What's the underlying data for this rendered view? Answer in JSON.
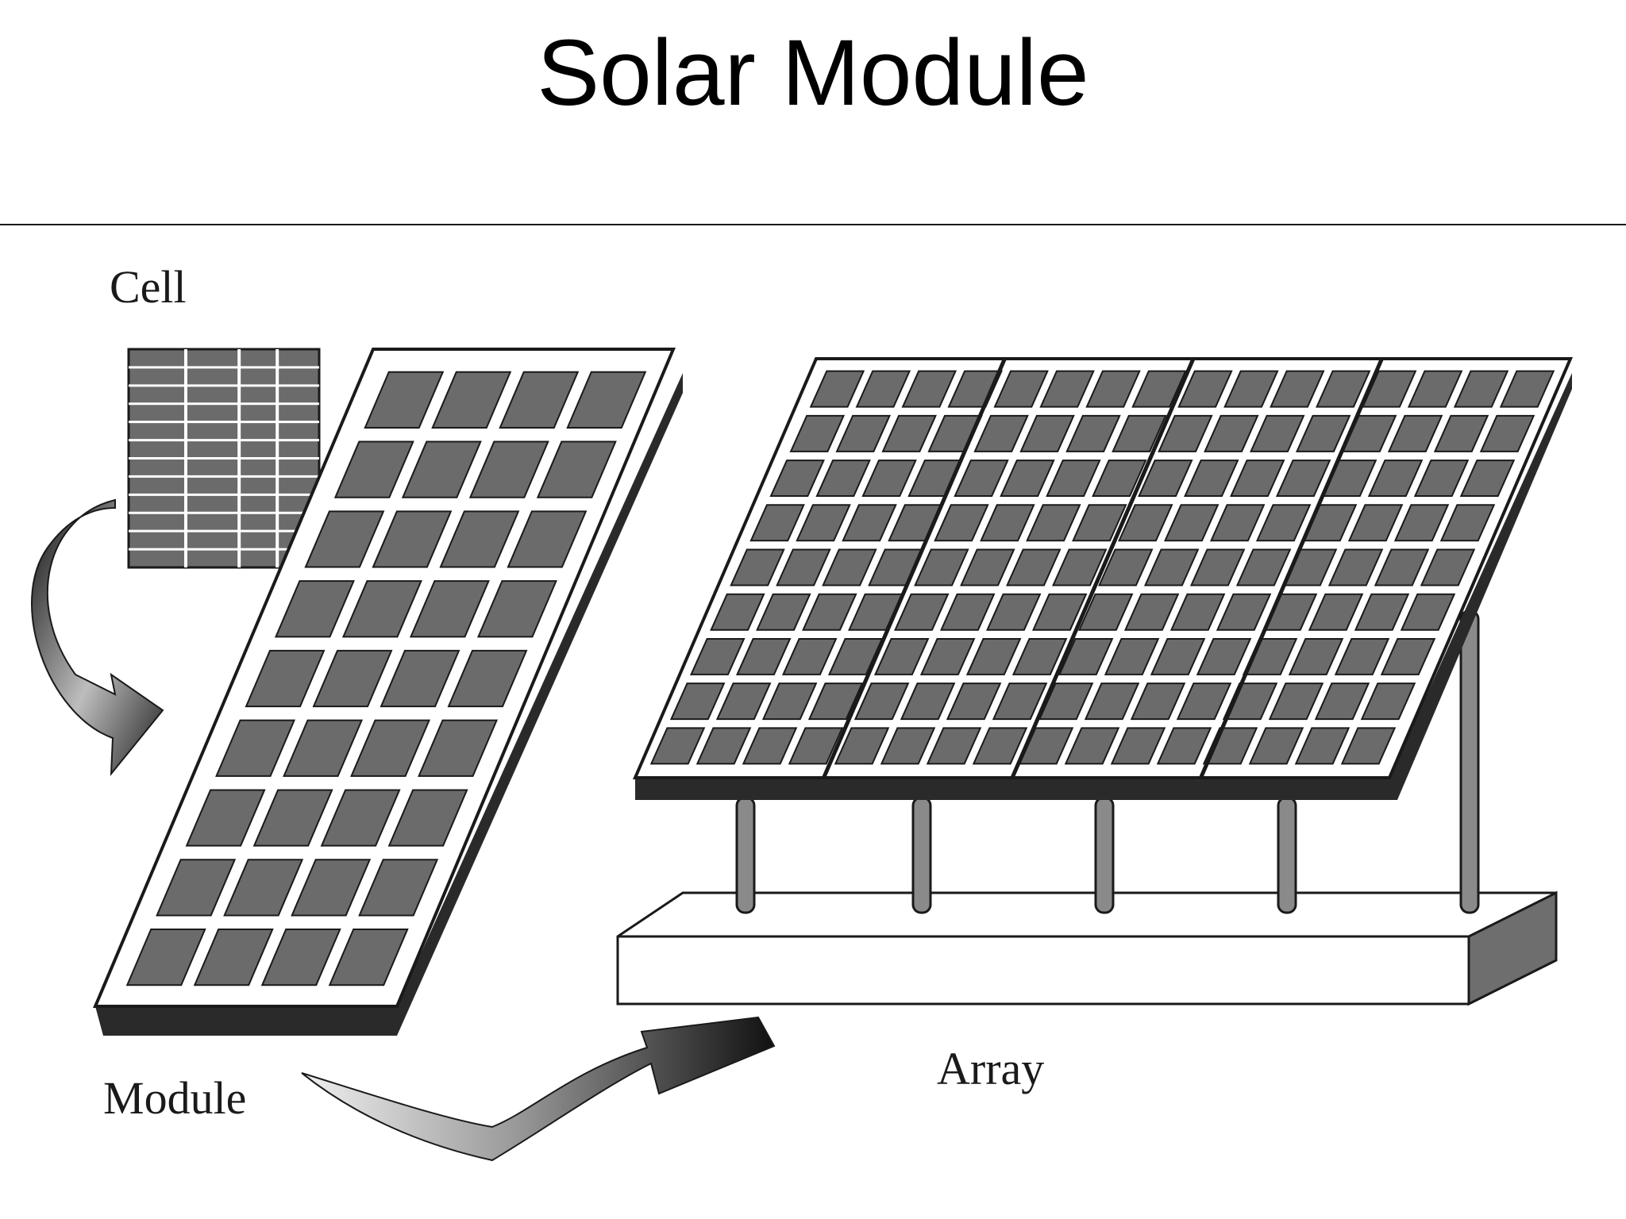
{
  "slide": {
    "title": "Solar Module"
  },
  "labels": {
    "cell": "Cell",
    "module": "Module",
    "array": "Array"
  },
  "colors": {
    "cell_fill": "#6b6b6b",
    "frame_fill": "#ffffff",
    "shadow": "#2a2a2a",
    "stroke": "#1a1a1a"
  },
  "icons": {
    "flow_arrows": "curved-arrow-icon"
  }
}
